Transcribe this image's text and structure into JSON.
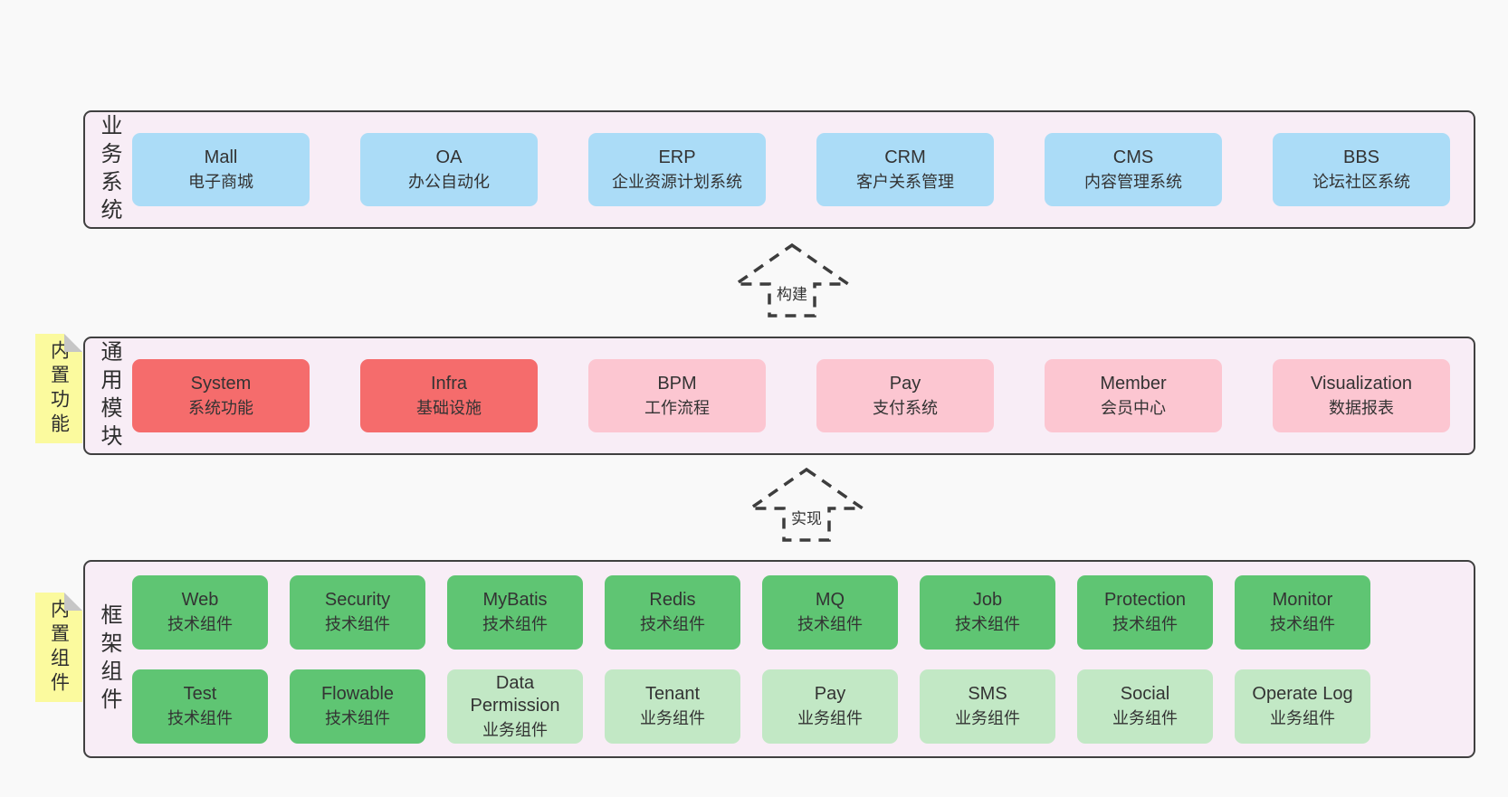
{
  "arrows": {
    "build": "构建",
    "implement": "实现"
  },
  "colors": {
    "page_bg": "#f9f9f9",
    "band_bg": "#f8edf6",
    "band_border": "#404040",
    "blue": "#abdcf7",
    "red": "#f56c6c",
    "pink": "#fcc6d1",
    "green": "#5fc573",
    "light_green": "#c2e8c5",
    "sticky_yellow": "#fbfa9e"
  },
  "bands": {
    "business": {
      "label": "业务系统",
      "boxes": [
        {
          "en": "Mall",
          "zh": "电子商城"
        },
        {
          "en": "OA",
          "zh": "办公自动化"
        },
        {
          "en": "ERP",
          "zh": "企业资源计划系统"
        },
        {
          "en": "CRM",
          "zh": "客户关系管理"
        },
        {
          "en": "CMS",
          "zh": "内容管理系统"
        },
        {
          "en": "BBS",
          "zh": "论坛社区系统"
        }
      ]
    },
    "modules": {
      "label": "通用模块",
      "sticky": "内置功能",
      "boxes": [
        {
          "en": "System",
          "zh": "系统功能",
          "variant": "red"
        },
        {
          "en": "Infra",
          "zh": "基础设施",
          "variant": "red"
        },
        {
          "en": "BPM",
          "zh": "工作流程",
          "variant": "pink"
        },
        {
          "en": "Pay",
          "zh": "支付系统",
          "variant": "pink"
        },
        {
          "en": "Member",
          "zh": "会员中心",
          "variant": "pink"
        },
        {
          "en": "Visualization",
          "zh": "数据报表",
          "variant": "pink"
        }
      ]
    },
    "components": {
      "label": "框架组件",
      "sticky": "内置组件",
      "row1": [
        {
          "en": "Web",
          "zh": "技术组件",
          "variant": "green"
        },
        {
          "en": "Security",
          "zh": "技术组件",
          "variant": "green"
        },
        {
          "en": "MyBatis",
          "zh": "技术组件",
          "variant": "green"
        },
        {
          "en": "Redis",
          "zh": "技术组件",
          "variant": "green"
        },
        {
          "en": "MQ",
          "zh": "技术组件",
          "variant": "green"
        },
        {
          "en": "Job",
          "zh": "技术组件",
          "variant": "green"
        },
        {
          "en": "Protection",
          "zh": "技术组件",
          "variant": "green"
        },
        {
          "en": "Monitor",
          "zh": "技术组件",
          "variant": "green"
        }
      ],
      "row2": [
        {
          "en": "Test",
          "zh": "技术组件",
          "variant": "green"
        },
        {
          "en": "Flowable",
          "zh": "技术组件",
          "variant": "green"
        },
        {
          "en": "Data Permission",
          "zh": "业务组件",
          "variant": "lightgreen"
        },
        {
          "en": "Tenant",
          "zh": "业务组件",
          "variant": "lightgreen"
        },
        {
          "en": "Pay",
          "zh": "业务组件",
          "variant": "lightgreen"
        },
        {
          "en": "SMS",
          "zh": "业务组件",
          "variant": "lightgreen"
        },
        {
          "en": "Social",
          "zh": "业务组件",
          "variant": "lightgreen"
        },
        {
          "en": "Operate Log",
          "zh": "业务组件",
          "variant": "lightgreen"
        }
      ]
    }
  }
}
